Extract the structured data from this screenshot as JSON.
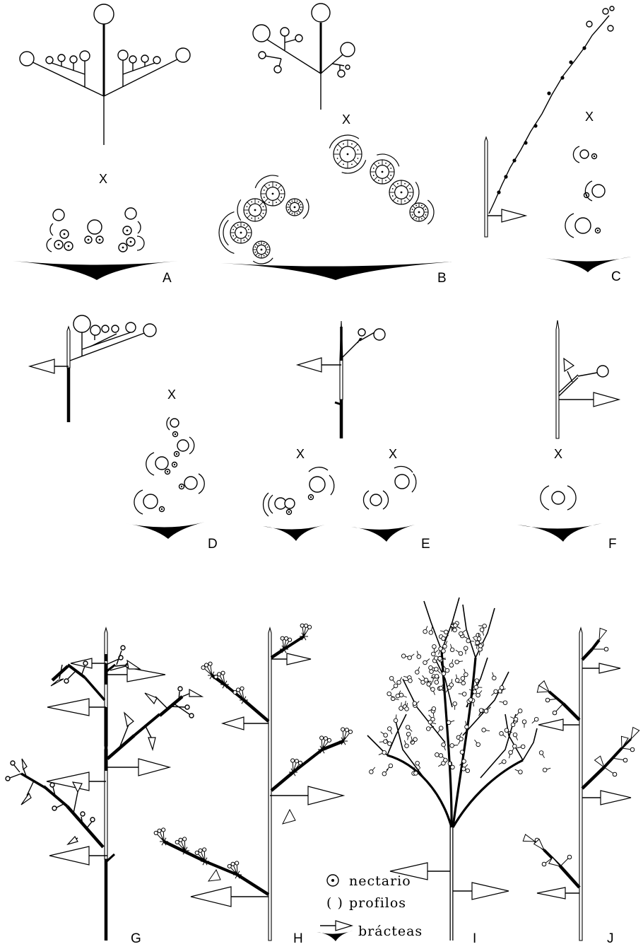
{
  "panels": {
    "A": {
      "label": "A",
      "cross": "X"
    },
    "B": {
      "label": "B",
      "cross": "X"
    },
    "C": {
      "label": "C",
      "cross": "X"
    },
    "D": {
      "label": "D",
      "cross": "X"
    },
    "E": {
      "label": "E",
      "cross_1": "X",
      "cross_2": "X"
    },
    "F": {
      "label": "F",
      "cross": "X"
    },
    "G": {
      "label": "G"
    },
    "H": {
      "label": "H"
    },
    "I": {
      "label": "I"
    },
    "J": {
      "label": "J"
    }
  },
  "legend": {
    "nectario": "nectario",
    "profilos": "profilos",
    "bracteas": "brácteas",
    "profilos_symbol": "( )"
  },
  "colors": {
    "ink": "#000000",
    "paper": "#ffffff"
  }
}
